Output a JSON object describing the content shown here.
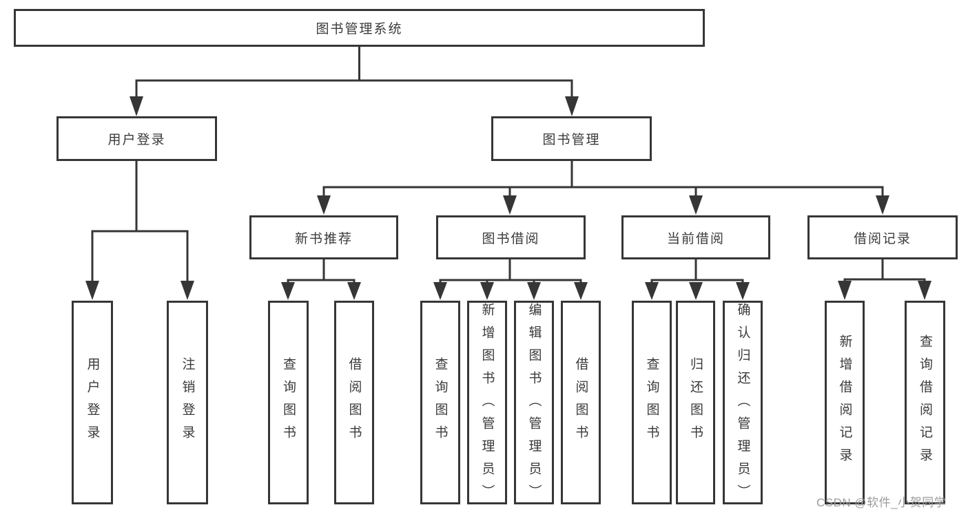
{
  "nodes": {
    "root": "图书管理系统",
    "userLogin": "用户登录",
    "bookMgmt": "图书管理",
    "newBookRec": "新书推荐",
    "bookBorrow": "图书借阅",
    "currentBorrow": "当前借阅",
    "borrowRecord": "借阅记录",
    "leafUserLogin": "用户登录",
    "leafLogout": "注销登录",
    "leafQueryBookA": "查询图书",
    "leafBorrowBookA": "借阅图书",
    "leafQueryBookB": "查询图书",
    "leafAddBook": "新增图书（管理员）",
    "leafEditBook": "编辑图书（管理员）",
    "leafBorrowBookB": "借阅图书",
    "leafQueryBookC": "查询图书",
    "leafReturnBook": "归还图书",
    "leafConfirmReturn": "确认归还（管理员）",
    "leafAddRecord": "新增借阅记录",
    "leafQueryRecord": "查询借阅记录"
  },
  "watermark": "CSDN @软件_小贺同学",
  "colors": {
    "line": "#363636",
    "text": "#3a3a3a",
    "watermark": "#9b9b9b"
  }
}
